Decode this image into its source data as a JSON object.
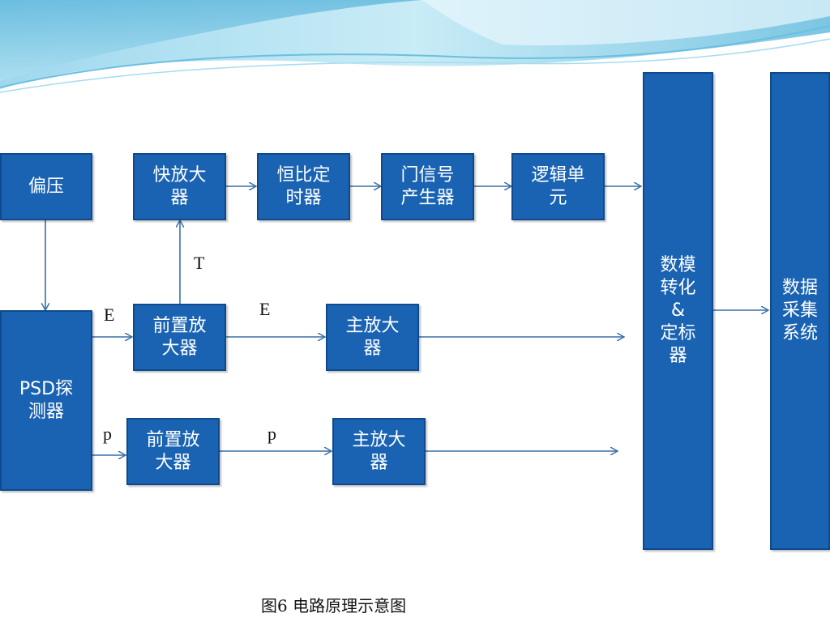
{
  "boxes": {
    "bias": "偏压",
    "fast_amp": "快放大\n器",
    "cfd": "恒比定\n时器",
    "gate_gen": "门信号\n产生器",
    "logic_unit": "逻辑单\n元",
    "psd": "PSD探\n测器",
    "preamp_e": "前置放\n大器",
    "main_amp_e": "主放大\n器",
    "preamp_p": "前置放\n大器",
    "main_amp_p": "主放大\n器",
    "adc": "数模\n转化\n&\n定标\n器",
    "daq": "数据\n采集\n系统"
  },
  "labels": {
    "t": "T",
    "e_left": "E",
    "e_mid": "E",
    "p_left": "p",
    "p_mid": "p"
  },
  "caption": "图6 电路原理示意图",
  "colors": {
    "box_fill": "#1a63b3",
    "box_border": "#0e4a8c",
    "wire": "#3a6fa6",
    "header_wave": "#7ec8e6"
  }
}
